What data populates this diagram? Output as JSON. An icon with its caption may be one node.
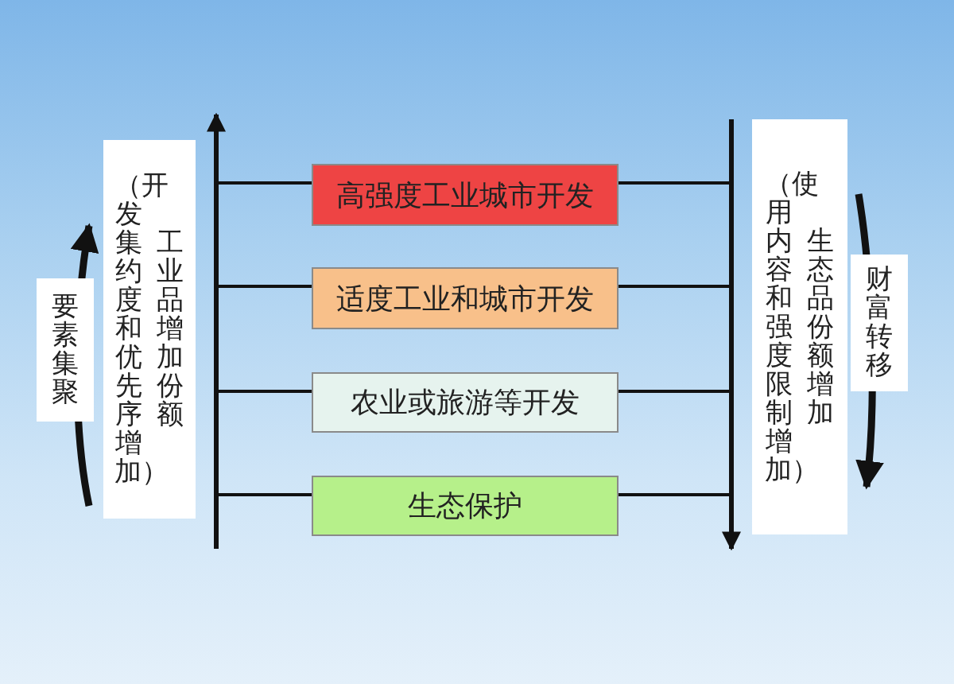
{
  "diagram": {
    "nodes": [
      {
        "text": [
          "要素集聚"
        ]
      },
      {
        "text": [
          "工业品增加份额",
          "（开发集约度和优先序增加）"
        ]
      },
      {
        "text": [],
        "shape": "bar"
      },
      {
        "text": [
          "高强度工业城市开发"
        ]
      },
      {
        "text": [
          "适度工业和城市开发"
        ]
      },
      {
        "text": [
          "农业或旅游等开发"
        ]
      },
      {
        "text": [
          "生态保护"
        ]
      },
      {
        "text": [],
        "shape": "bar"
      },
      {
        "text": [
          "生态品份额增加",
          "（使用内容和强度限制增加）"
        ]
      },
      {
        "text": [
          "财富转移"
        ]
      }
    ],
    "edges": [
      {
        "from": 3,
        "to": 2,
        "arrow": "none"
      },
      {
        "from": 4,
        "to": 2,
        "arrow": "none"
      },
      {
        "from": 5,
        "to": 2,
        "arrow": "none"
      },
      {
        "from": 6,
        "to": 2,
        "arrow": "none"
      },
      {
        "from": 3,
        "to": 7,
        "arrow": "none"
      },
      {
        "from": 4,
        "to": 7,
        "arrow": "none"
      },
      {
        "from": 5,
        "to": 7,
        "arrow": "none"
      },
      {
        "from": 6,
        "to": 7,
        "arrow": "none"
      }
    ]
  }
}
